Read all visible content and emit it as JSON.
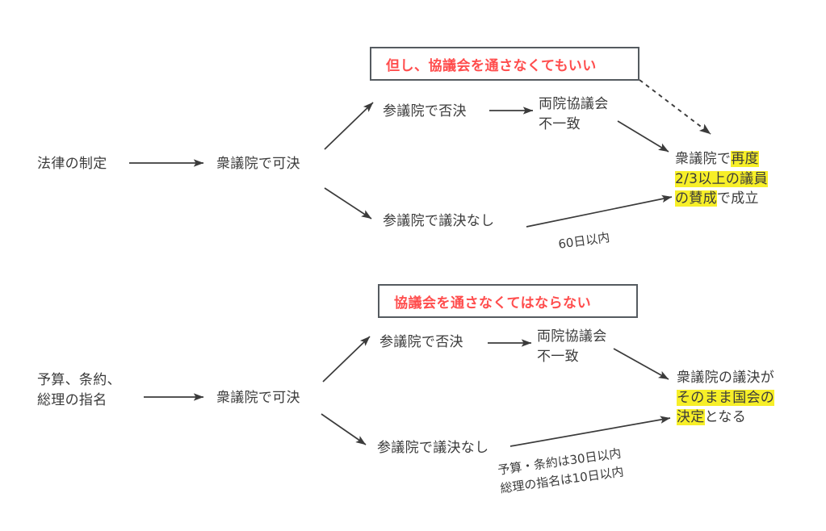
{
  "diagram": {
    "title_colors": {
      "text": "#3b3b3b",
      "red": "#ff4d4d",
      "highlight": "#f7ef28",
      "box_border": "#555b60",
      "arrow": "#3b3b3b"
    },
    "section_law": {
      "source_label": "法律の制定",
      "house_label": "衆議院で可決",
      "callout": "但し、協議会を通さなくてもいい",
      "branch_reject": "参議院で否決",
      "conference": "両院協議会\n不一致",
      "branch_novote": "参議院で議決なし",
      "deadline": "60日以内",
      "result_pre": "衆議院で",
      "result_hl1": "再度",
      "result_hl2": "2/3以上の議員",
      "result_hl3": "の賛成",
      "result_post": "で成立"
    },
    "section_budget": {
      "source_label": "予算、条約、\n総理の指名",
      "house_label": "衆議院で可決",
      "callout": "協議会を通さなくてはならない",
      "branch_reject": "参議院で否決",
      "conference": "両院協議会\n不一致",
      "branch_novote": "参議院で議決なし",
      "deadline": "予算・条約は30日以内\n総理の指名は10日以内",
      "result_pre": "衆議院の議決が",
      "result_hl1": "そのまま国会の",
      "result_hl2": "決定",
      "result_post": "となる"
    }
  }
}
